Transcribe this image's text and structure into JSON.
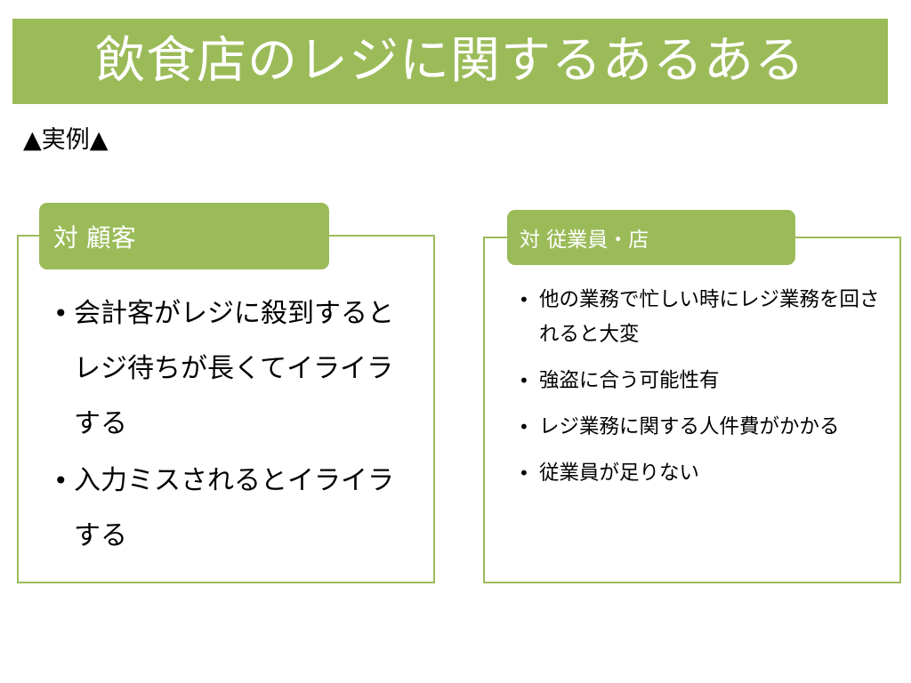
{
  "title": "飲食店のレジに関するあるある",
  "subheading": "▲実例▲",
  "colors": {
    "accent": "#9bbb59",
    "title_text": "#ffffff",
    "body_text": "#000000"
  },
  "left_panel": {
    "tab_label": "対 顧客",
    "items": [
      "会計客がレジに殺到するとレジ待ちが長くてイライラする",
      "入力ミスされるとイライラする"
    ]
  },
  "right_panel": {
    "tab_label": "対 従業員・店",
    "items": [
      "他の業務で忙しい時にレジ業務を回されると大変",
      "強盗に合う可能性有",
      "レジ業務に関する人件費がかかる",
      "従業員が足りない"
    ]
  },
  "bullet_glyph": "•"
}
